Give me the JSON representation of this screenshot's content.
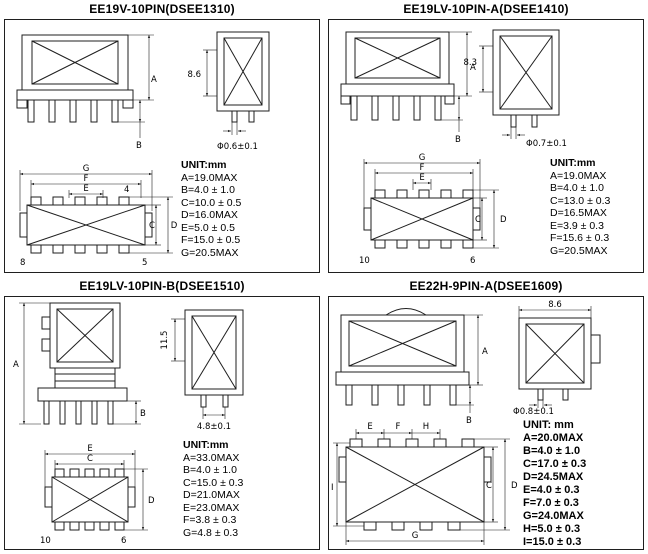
{
  "panels": [
    {
      "title": "EE19V-10PIN(DSEE1310)",
      "unit": "UNIT:mm",
      "specs": [
        "A=19.0MAX",
        "B=4.0 ± 1.0",
        "C=10.0 ± 0.5",
        "D=16.0MAX",
        "E=5.0 ± 0.5",
        "F=15.0 ± 0.5",
        "G=20.5MAX"
      ],
      "labels": {
        "dim_a": "A",
        "dim_b": "B",
        "dim_c": "C",
        "dim_d": "D",
        "dim_e": "E",
        "dim_f": "F",
        "dim_g": "G",
        "side_height": "8.6",
        "pin_diameter": "Φ0.6±0.1",
        "pin_top_right": "4",
        "pin_bottom_left": "8",
        "pin_bottom_right": "5"
      }
    },
    {
      "title": "EE19LV-10PIN-A(DSEE1410)",
      "unit": "UNIT:mm",
      "specs": [
        "A=19.0MAX",
        "B=4.0 ± 1.0",
        "C=13.0 ± 0.3",
        "D=16.5MAX",
        "E=3.9 ± 0.3",
        "F=15.6 ± 0.3",
        "G=20.5MAX"
      ],
      "labels": {
        "dim_a": "A",
        "dim_b": "B",
        "dim_c": "C",
        "dim_d": "D",
        "dim_e": "E",
        "dim_f": "F",
        "dim_g": "G",
        "side_height": "8.3",
        "pin_diameter": "Φ0.7±0.1",
        "pin_bottom_left": "10",
        "pin_bottom_right": "6"
      }
    },
    {
      "title": "EE19LV-10PIN-B(DSEE1510)",
      "unit": "UNIT:mm",
      "specs": [
        "A=33.0MAX",
        "B=4.0 ± 1.0",
        "C=15.0 ± 0.3",
        "D=21.0MAX",
        "E=23.0MAX",
        "F=3.8 ± 0.3",
        "G=4.8 ± 0.3"
      ],
      "labels": {
        "dim_a": "A",
        "dim_b": "B",
        "dim_c": "C",
        "dim_d": "D",
        "dim_e": "E",
        "side_width": "11.5",
        "pin_spacing": "4.8±0.1",
        "pin_bottom_left": "10",
        "pin_bottom_right": "6"
      }
    },
    {
      "title": "EE22H-9PIN-A(DSEE1609)",
      "unit": "UNIT: mm",
      "specs": [
        "A=20.0MAX",
        "B=4.0 ± 1.0",
        "C=17.0 ± 0.3",
        "D=24.5MAX",
        "E=4.0 ± 0.3",
        "F=7.0 ± 0.3",
        "G=24.0MAX",
        "H=5.0 ± 0.3",
        "I=15.0 ± 0.3"
      ],
      "labels": {
        "dim_a": "A",
        "dim_b": "B",
        "dim_c": "C",
        "dim_d": "D",
        "dim_e": "E",
        "dim_f": "F",
        "dim_g": "G",
        "dim_h": "H",
        "dim_i": "I",
        "side_width": "8.6",
        "pin_diameter": "Φ0.8±0.1"
      }
    }
  ]
}
